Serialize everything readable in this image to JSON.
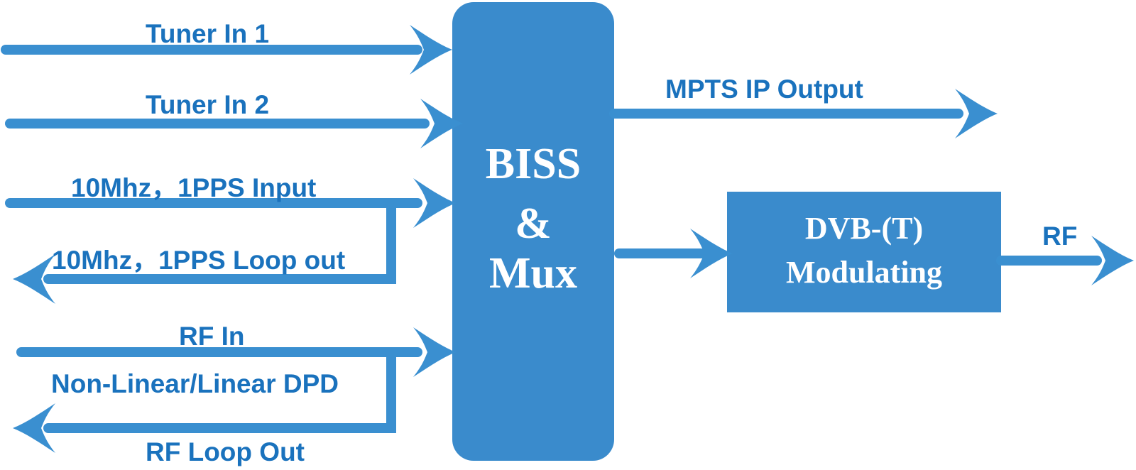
{
  "colors": {
    "line": "#3a8fd0",
    "box": "#3a8bcc",
    "label_text": "#1a72bd",
    "box_text": "#ffffff"
  },
  "inputs": {
    "tuner_in_1": "Tuner In 1",
    "tuner_in_2": "Tuner In 2",
    "ref_input": "10Mhz，1PPS Input",
    "ref_loop_out": "10Mhz，1PPS Loop out",
    "rf_in": "RF In",
    "dpd": "Non-Linear/Linear DPD",
    "rf_loop_out": "RF Loop Out"
  },
  "mux_block": {
    "line1": "BISS",
    "line2": "&",
    "line3": "Mux"
  },
  "modulator_block": {
    "line1": "DVB-(T)",
    "line2": "Modulating"
  },
  "outputs": {
    "mpts_ip": "MPTS IP Output",
    "rf": "RF"
  }
}
